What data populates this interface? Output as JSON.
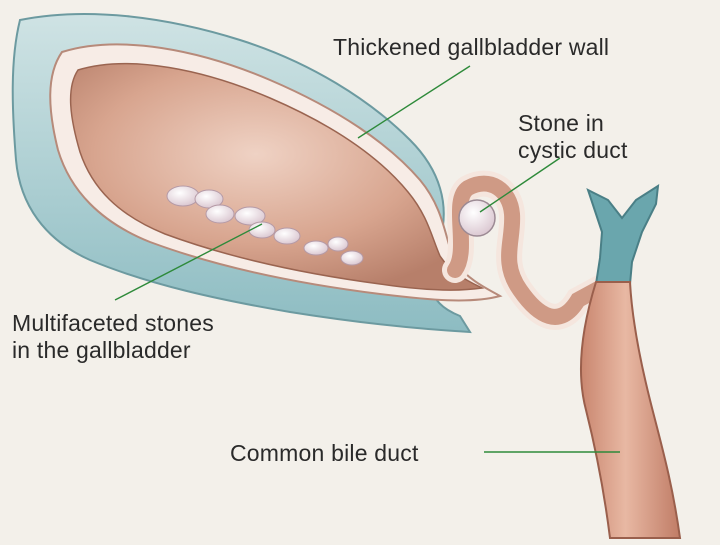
{
  "labels": {
    "thickened_wall": "Thickened gallbladder wall",
    "stone_cystic_line1": "Stone in",
    "stone_cystic_line2": "cystic duct",
    "multifaceted_line1": "Multifaceted stones",
    "multifaceted_line2": "in the gallbladder",
    "common_bile_duct": "Common bile duct"
  },
  "colors": {
    "background": "#f3f0ea",
    "wall_outer": "#a8ccd0",
    "wall_band": "#f6ede6",
    "lumen": "#d8a58f",
    "duct": "#d9a28a",
    "duct_cap": "#6aa6ad",
    "stones": "#f2e6ea",
    "leader_line": "#2e8a3a"
  }
}
